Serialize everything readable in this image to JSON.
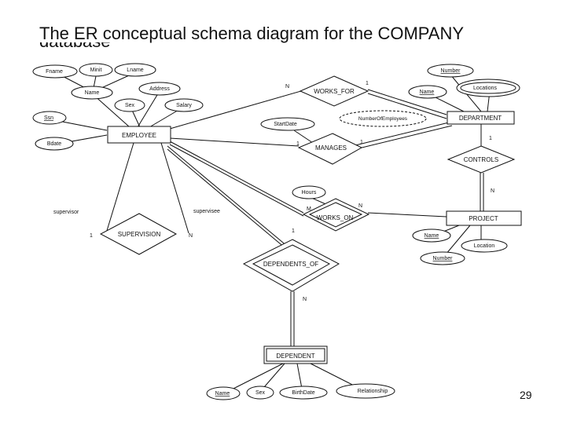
{
  "slide": {
    "title": "The ER conceptual schema diagram for the COMPANY",
    "title_overflow": "database",
    "page_number": "29"
  },
  "entities": {
    "employee": "EMPLOYEE",
    "department": "DEPARTMENT",
    "project": "PROJECT",
    "dependent": "DEPENDENT"
  },
  "relationships": {
    "works_for": "WORKS_FOR",
    "manages": "MANAGES",
    "controls": "CONTROLS",
    "works_on": "WORKS_ON",
    "supervision": "SUPERVISION",
    "dependents_of": "DEPENDENTS_OF"
  },
  "attributes": {
    "fname": "Fname",
    "minit": "Minit",
    "lname": "Lname",
    "emp_name": "Name",
    "address": "Address",
    "sex": "Sex",
    "salary": "Salary",
    "ssn": "Ssn",
    "bdate": "Bdate",
    "start_date": "StartDate",
    "number_of_employees": "NumberOfEmployees",
    "dept_number": "Number",
    "dept_name": "Name",
    "locations": "Locations",
    "hours": "Hours",
    "proj_name": "Name",
    "proj_location": "Location",
    "proj_number": "Number",
    "dep_name": "Name",
    "dep_sex": "Sex",
    "birth_date": "BirthDate",
    "relationship": "Relationship"
  },
  "cardinalities": {
    "works_for_emp": "N",
    "works_for_dept": "1",
    "manages_emp": "1",
    "manages_dept": "1",
    "controls_dept": "1",
    "controls_proj": "N",
    "works_on_emp": "M",
    "works_on_proj": "N",
    "supervision_supervisor": "1",
    "supervision_supervisee": "N",
    "dependents_of_emp": "1",
    "dependents_of_dep": "N"
  },
  "roles": {
    "supervisor": "supervisor",
    "supervisee": "supervisee"
  }
}
